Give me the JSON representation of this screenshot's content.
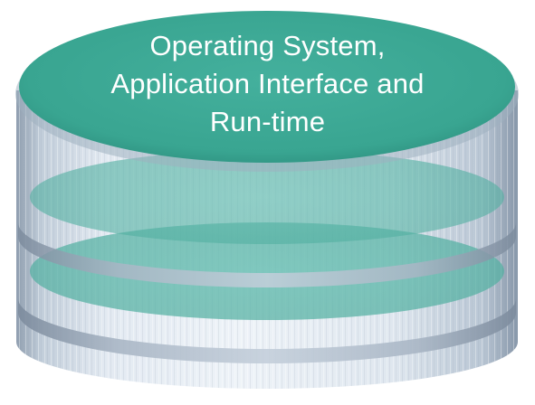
{
  "diagram": {
    "top_label_lines": [
      "Operating System,",
      "Application Interface and",
      "Run-time"
    ],
    "colors": {
      "top_surface": "#3aaa96",
      "top_surface_dark": "#2f9482",
      "inner_disc": "#5db7ab",
      "body_light": "#e7eef5",
      "body_mid": "#c3cfdc",
      "body_dark": "#8d9cad",
      "text": "#ffffff"
    }
  }
}
